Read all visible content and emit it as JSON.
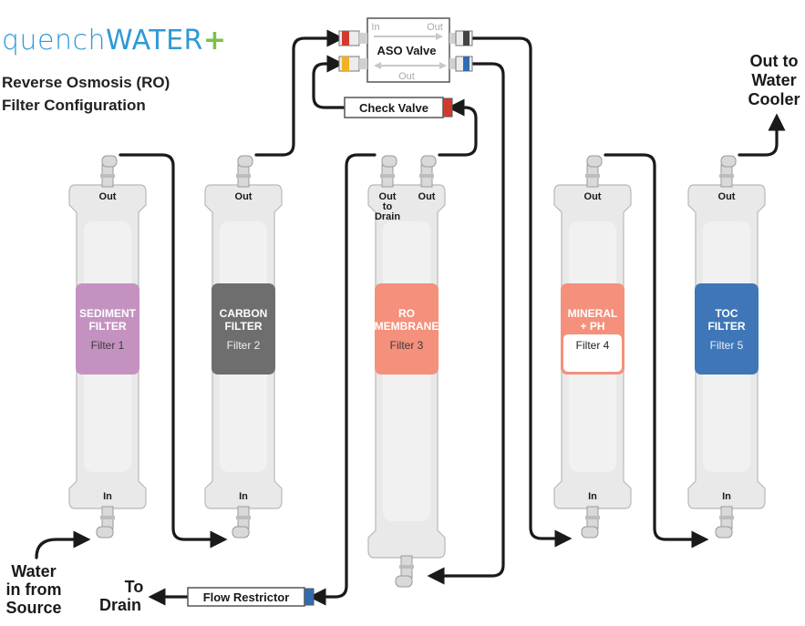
{
  "brand": {
    "part1": "quench",
    "part2": "WATER",
    "plus": "+"
  },
  "title": {
    "line1": "Reverse Osmosis (RO)",
    "line2": "Filter Configuration"
  },
  "labels": {
    "in": "In",
    "out": "Out",
    "out_to_drain": [
      "Out",
      "to",
      "Drain"
    ],
    "source": [
      "Water",
      "in from",
      "Source"
    ],
    "cooler": [
      "Out to",
      "Water",
      "Cooler"
    ],
    "drain": [
      "To",
      "Drain"
    ]
  },
  "valves": {
    "aso": "ASO Valve",
    "aso_in": "In",
    "aso_out_top": "Out",
    "aso_out_bottom": "Out",
    "check": "Check Valve",
    "restrictor": "Flow Restrictor"
  },
  "filters": [
    {
      "id": "sediment",
      "lines": [
        "SEDIMENT",
        "FILTER"
      ],
      "number": "Filter 1",
      "color": "#c492c0",
      "text_color": "#ffffff",
      "number_color": "#3a3a3a"
    },
    {
      "id": "carbon",
      "lines": [
        "CARBON",
        "FILTER"
      ],
      "number": "Filter 2",
      "color": "#6e6e6e",
      "text_color": "#ffffff",
      "number_color": "#f0f0f0"
    },
    {
      "id": "ro-membrane",
      "lines": [
        "RO",
        "MEMBRANE"
      ],
      "number": "Filter 3",
      "color": "#f4907c",
      "text_color": "#ffffff",
      "number_color": "#3a3a3a"
    },
    {
      "id": "mineral-ph",
      "lines": [
        "MINERAL",
        "+ PH"
      ],
      "number": "Filter 4",
      "color": "#f4907c",
      "text_color": "#ffffff",
      "number_color": "#222222"
    },
    {
      "id": "toc",
      "lines": [
        "TOC",
        "FILTER"
      ],
      "number": "Filter 5",
      "color": "#3f76b8",
      "text_color": "#ffffff",
      "number_color": "#e6eef8"
    }
  ],
  "colors": {
    "housing": "#e9e9e9",
    "housing_edge": "#b8b8b8",
    "pipe": "#1a1a1a",
    "fitting": "#d9d9d9",
    "red": "#d23a2e",
    "yellow": "#efb224",
    "blue": "#2f6db5",
    "dark_cap": "#444444"
  }
}
